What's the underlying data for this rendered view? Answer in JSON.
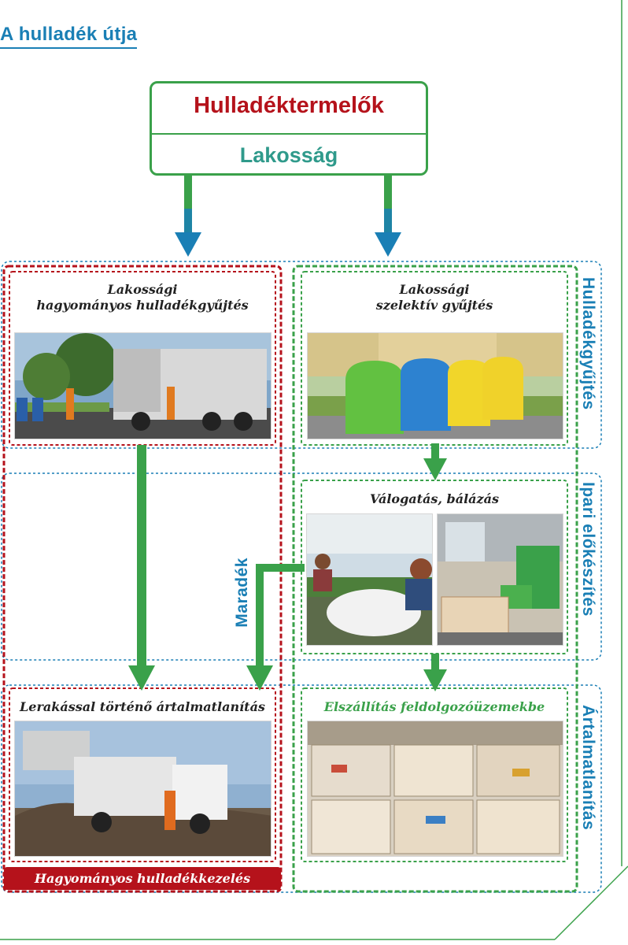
{
  "title": "A hulladék útja",
  "producers": {
    "title": "Hulladéktermelők",
    "subtitle": "Lakosság"
  },
  "traditional_collection": {
    "label_line1": "Lakossági",
    "label_line2": "hagyományos hulladékgyűjtés"
  },
  "selective_collection": {
    "label_line1": "Lakossági",
    "label_line2": "szelektív gyűjtés"
  },
  "sorting": {
    "label": "Válogatás, bálázás"
  },
  "remainder_label": "Maradék",
  "landfill": {
    "label": "Lerakással történő ártalmatlanítás"
  },
  "transport": {
    "label": "Elszállítás feldolgozóüzemekbe"
  },
  "traditional_footer": "Hagyományos hulladékkezelés",
  "side_labels": {
    "collection": "Hulladékgyűjtés",
    "preprocessing": "Ipari előkészítés",
    "disposal": "Ártalmatlanítás"
  },
  "colors": {
    "accent_blue": "#1a7fb5",
    "brand_red": "#b5121b",
    "brand_green": "#3aa14a",
    "teal": "#2f9a8b"
  }
}
